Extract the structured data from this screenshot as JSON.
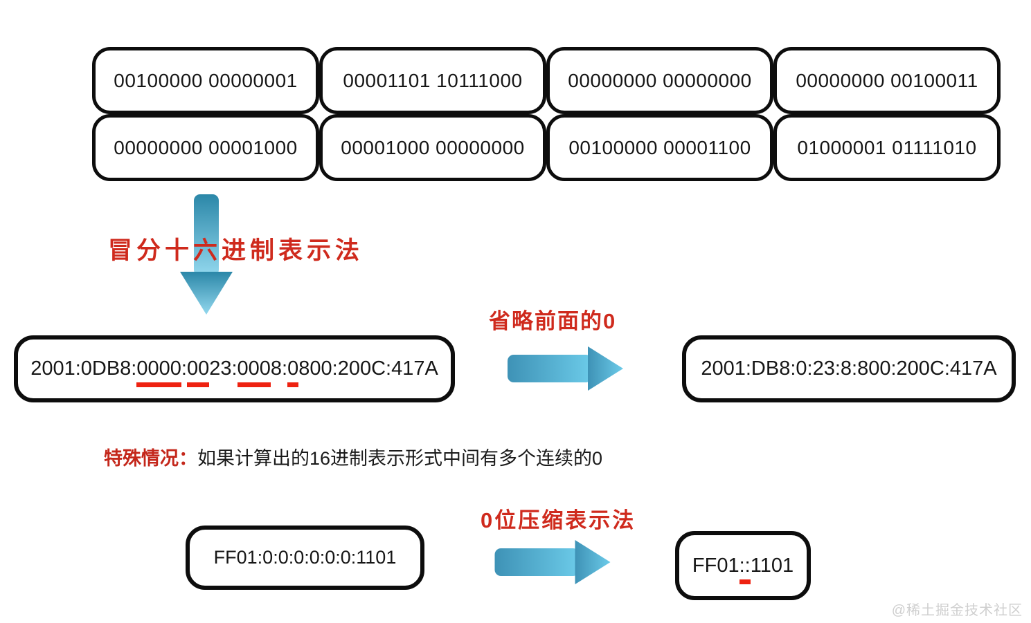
{
  "binary_grid": {
    "rows": [
      [
        "00100000 00000001",
        "00001101 10111000",
        "00000000 00000000",
        "00000000 00100011"
      ],
      [
        "00000000 00001000",
        "00001000 00000000",
        "00100000 00001100",
        "01000001 01111010"
      ]
    ]
  },
  "labels": {
    "colon_hex": "冒分十六进制表示法",
    "omit_leading_zeros": "省略前面的0",
    "special_case_title": "特殊情况：",
    "special_case_body": "如果计算出的16进制表示形式中间有多个连续的0",
    "zero_compression": "0位压缩表示法"
  },
  "addresses": {
    "full": {
      "segments": [
        {
          "text": "2001:0DB8:",
          "underline": false
        },
        {
          "text": "0000",
          "underline": true
        },
        {
          "text": ":",
          "underline": false
        },
        {
          "text": "00",
          "underline": true
        },
        {
          "text": "23:",
          "underline": false
        },
        {
          "text": "000",
          "underline": true
        },
        {
          "text": "8:",
          "underline": false
        },
        {
          "text": "0",
          "underline": true
        },
        {
          "text": "800:200C:417A",
          "underline": false
        }
      ]
    },
    "shortened": "2001:DB8:0:23:8:800:200C:417A",
    "zeros_full": "FF01:0:0:0:0:0:0:1101",
    "zeros_compressed": {
      "segments": [
        {
          "text": "FF01",
          "underline": false
        },
        {
          "text": "::",
          "underline": true
        },
        {
          "text": "1101",
          "underline": false
        }
      ]
    }
  },
  "watermark": "@稀土掘金技术社区",
  "colors": {
    "accent_red": "#cf2a1d",
    "underline_red": "#ee2211",
    "arrow_dark": "#2e8bac",
    "arrow_light": "#8fd6ee",
    "box_border": "#0d0d0d"
  }
}
